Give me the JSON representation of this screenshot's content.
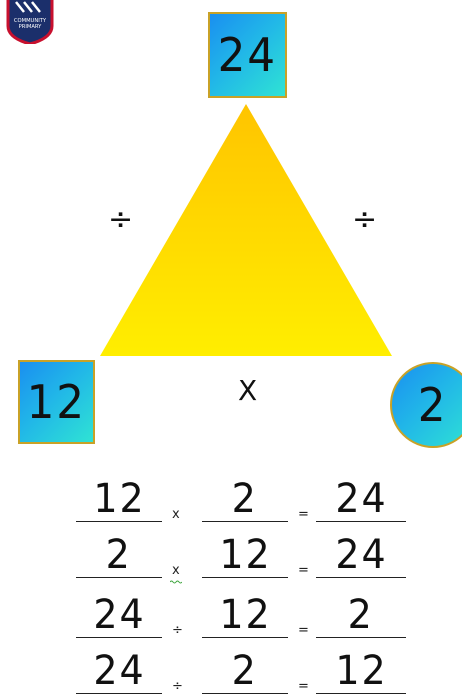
{
  "logo": {
    "text_line1": "COMMUNITY",
    "text_line2": "PRIMARY"
  },
  "triangle": {
    "top_value": "24",
    "left_value": "12",
    "right_value": "2",
    "left_operator": "÷",
    "right_operator": "÷",
    "bottom_operator": "X"
  },
  "equations": [
    {
      "a": "12",
      "op": "x",
      "b": "2",
      "eq": "=",
      "result": "24"
    },
    {
      "a": "2",
      "op": "x",
      "b": "12",
      "eq": "=",
      "result": "24"
    },
    {
      "a": "24",
      "op": "÷",
      "b": "12",
      "eq": "=",
      "result": "2"
    },
    {
      "a": "24",
      "op": "÷",
      "b": "2",
      "eq": "=",
      "result": "12"
    }
  ],
  "colors": {
    "triangle_top": "#ffc400",
    "triangle_bottom": "#ffee00",
    "box_blue": "#1a8ff0",
    "box_cyan": "#2fe3d4",
    "box_border": "#c9a227"
  }
}
